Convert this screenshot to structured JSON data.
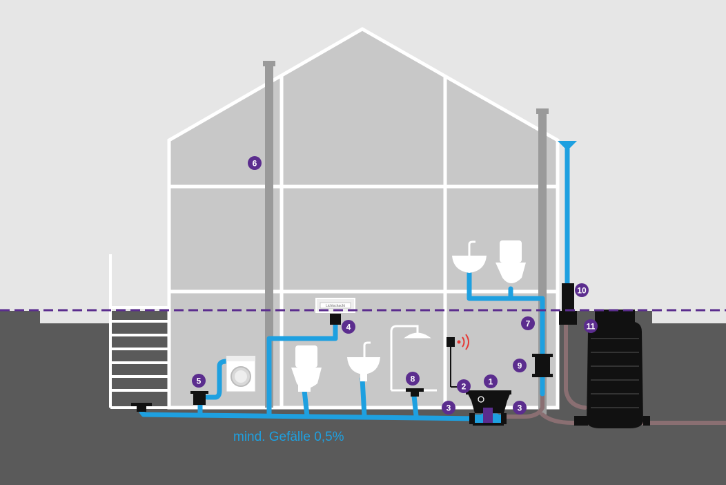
{
  "diagram": {
    "labels": {
      "slope_text": "mind. Gefälle 0,5%",
      "light_shaft": "Lichtschacht"
    },
    "markers": [
      "1",
      "2",
      "3",
      "3",
      "4",
      "5",
      "6",
      "7",
      "8",
      "9",
      "10",
      "11"
    ],
    "colors": {
      "sky": "#e6e6e6",
      "ground": "#5a5a5a",
      "house_fill": "#c8c8c8",
      "house_frame": "#ffffff",
      "waste_pipe": "#1ea0e0",
      "vent_pipe": "#9a9a9a",
      "sewer_pipe": "#8a6f72",
      "backflow_line": "#5b2d8e",
      "marker": "#5b2d8e",
      "equipment": "#111111",
      "alarm": "#e53935"
    }
  }
}
